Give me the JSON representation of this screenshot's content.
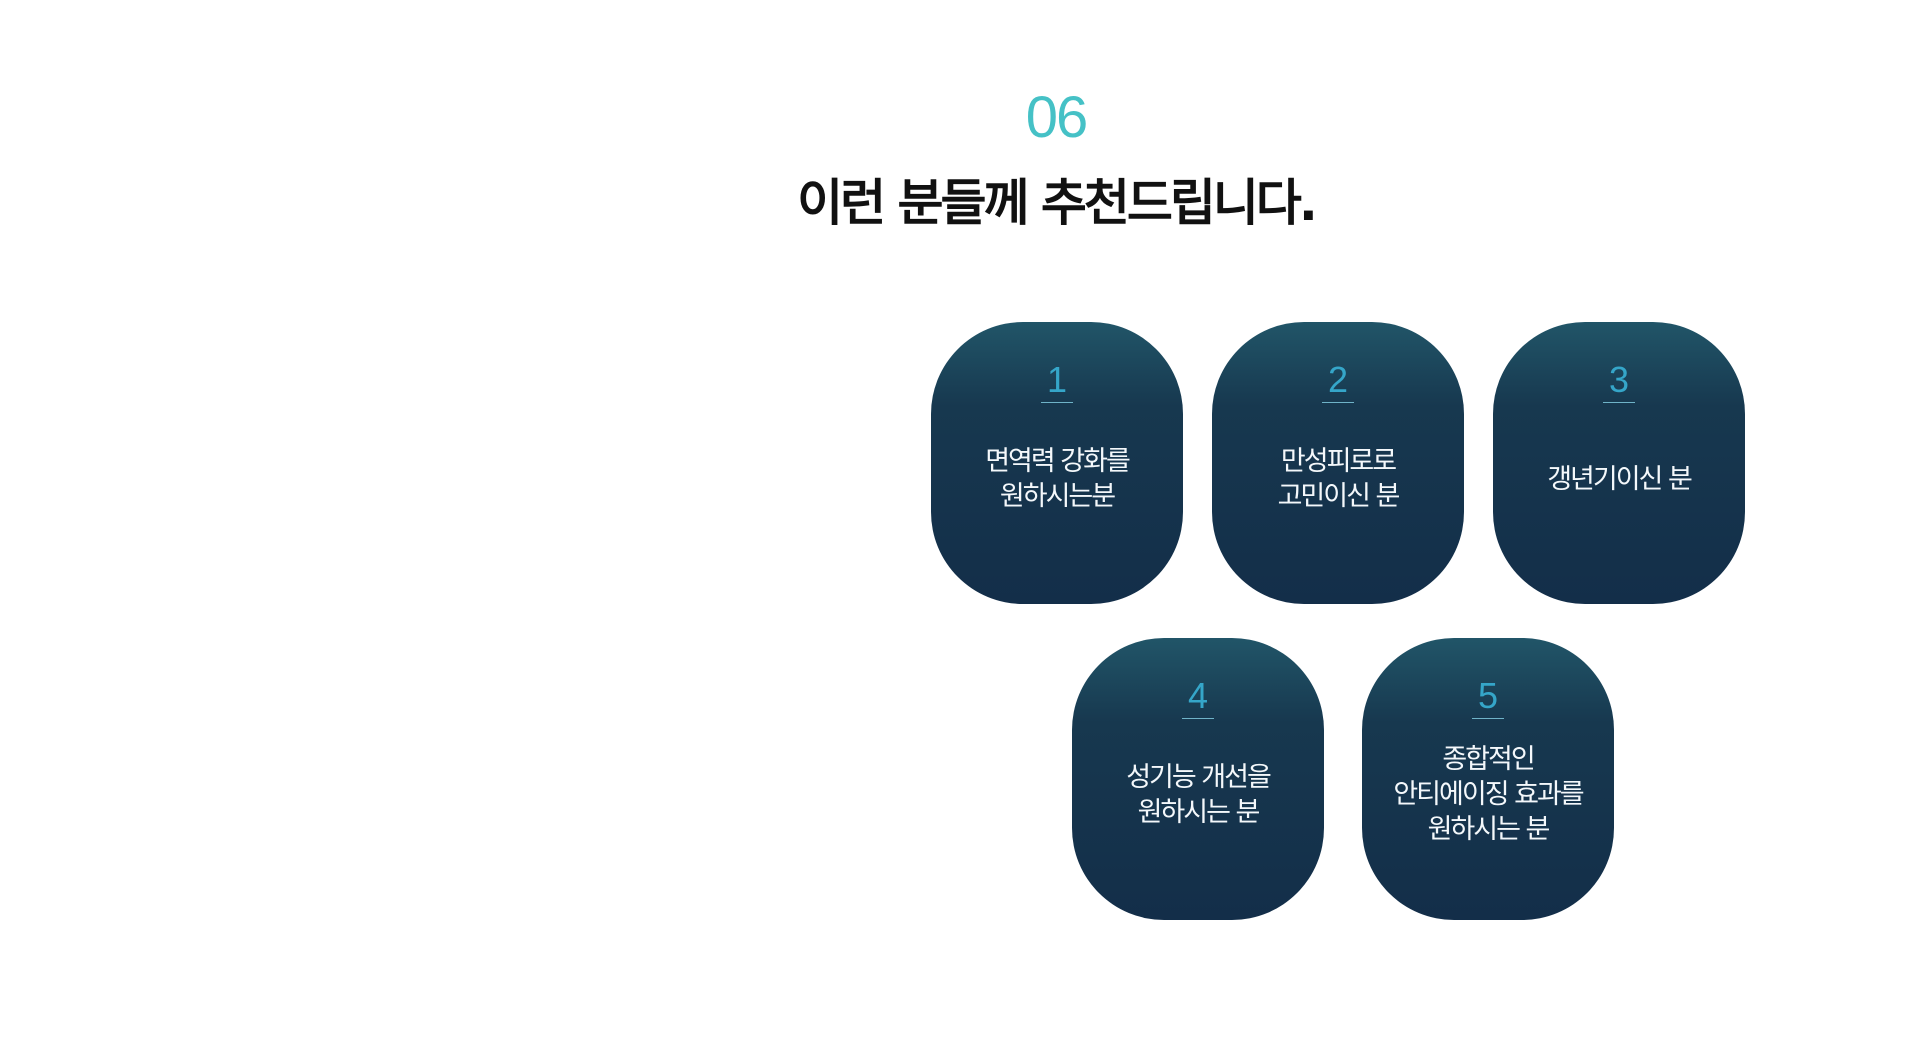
{
  "section": {
    "number": "06",
    "title_normal": "이런 분들께 ",
    "title_strong": "추천드립니다."
  },
  "cards": [
    {
      "number": "1",
      "text": "면역력 강화를\n원하시는분"
    },
    {
      "number": "2",
      "text": "만성피로로\n고민이신 분"
    },
    {
      "number": "3",
      "text": "갱년기이신 분"
    },
    {
      "number": "4",
      "text": "성기능 개선을\n원하시는 분"
    },
    {
      "number": "5",
      "text": "종합적인\n안티에이징 효과를\n원하시는 분"
    }
  ],
  "colors": {
    "accent": "#45c1c6",
    "card_top": "#215568",
    "card_bottom": "#132e49",
    "card_number": "#35a6c9",
    "title": "#111111"
  }
}
